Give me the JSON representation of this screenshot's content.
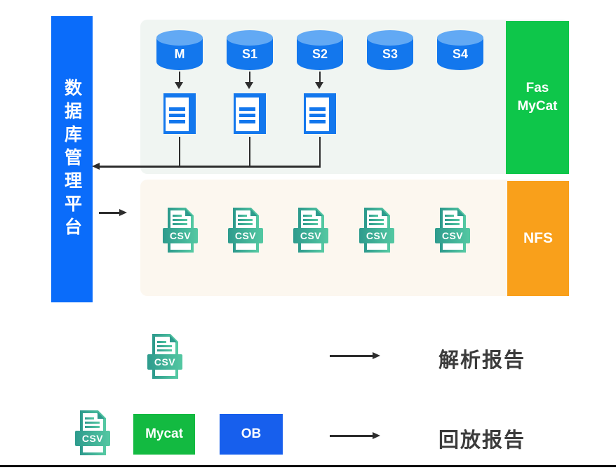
{
  "platform": {
    "label": "数据库管理平台",
    "color": "#0a6cfa"
  },
  "mycat_layer": {
    "databases": [
      {
        "label": "M"
      },
      {
        "label": "S1"
      },
      {
        "label": "S2"
      },
      {
        "label": "S3"
      },
      {
        "label": "S4"
      }
    ],
    "box": {
      "line1": "Fas",
      "line2": "MyCat",
      "color": "#0ec64a"
    }
  },
  "nfs_layer": {
    "box": {
      "label": "NFS",
      "color": "#f9a01b"
    },
    "csv_file_count": 5
  },
  "file_icon": {
    "label": "CSV",
    "color_dark": "#2e9b8d",
    "color_light": "#54c8a2"
  },
  "reports": {
    "parse": {
      "label": "解析报告"
    },
    "replay": {
      "label": "回放报告",
      "mycat_box_label": "Mycat",
      "ob_box_label": "OB",
      "mycat_color": "#13ba41",
      "ob_color": "#175fed"
    }
  }
}
